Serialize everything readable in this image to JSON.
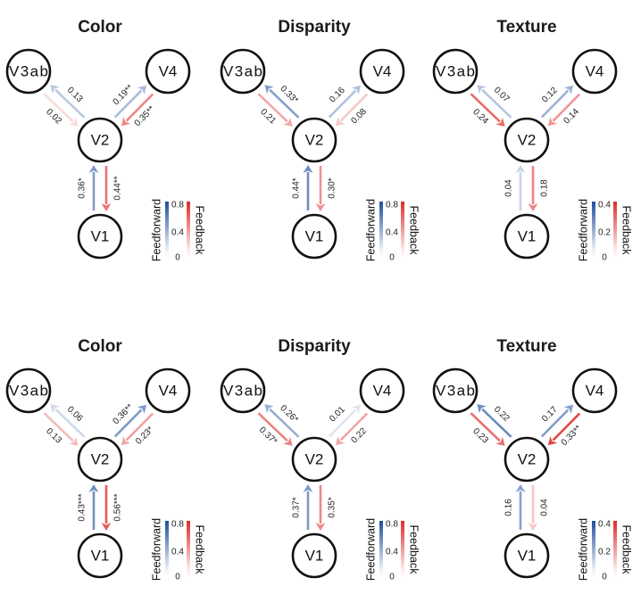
{
  "figure": {
    "legend": {
      "feedforward_label": "Feedforward",
      "feedback_label": "Feedback",
      "feedforward_color_high": "#1f4e9c",
      "feedforward_color_low": "#eef2f8",
      "feedback_color_high": "#e02a2a",
      "feedback_color_low": "#fbecec"
    },
    "nodes": [
      "V3ab",
      "V4",
      "V2",
      "V1"
    ],
    "panels": [
      {
        "row": 1,
        "col": 1,
        "title": "Color",
        "colorbar": {
          "max": 0.8,
          "ticks": [
            "0.8",
            "0.4",
            "0"
          ]
        },
        "edges": [
          {
            "from": "V2",
            "to": "V3ab",
            "type": "feedforward",
            "value": 0.13,
            "label": "0.13"
          },
          {
            "from": "V3ab",
            "to": "V2",
            "type": "feedback",
            "value": 0.02,
            "label": "0.02"
          },
          {
            "from": "V2",
            "to": "V4",
            "type": "feedforward",
            "value": 0.19,
            "label": "0.19**"
          },
          {
            "from": "V4",
            "to": "V2",
            "type": "feedback",
            "value": 0.35,
            "label": "0.35**"
          },
          {
            "from": "V1",
            "to": "V2",
            "type": "feedforward",
            "value": 0.36,
            "label": "0.36*"
          },
          {
            "from": "V2",
            "to": "V1",
            "type": "feedback",
            "value": 0.44,
            "label": "0.44**"
          }
        ]
      },
      {
        "row": 1,
        "col": 2,
        "title": "Disparity",
        "colorbar": {
          "max": 0.8,
          "ticks": [
            "0.8",
            "0.4",
            "0"
          ]
        },
        "edges": [
          {
            "from": "V2",
            "to": "V3ab",
            "type": "feedforward",
            "value": 0.33,
            "label": "0.33*"
          },
          {
            "from": "V3ab",
            "to": "V2",
            "type": "feedback",
            "value": 0.21,
            "label": "0.21"
          },
          {
            "from": "V2",
            "to": "V4",
            "type": "feedforward",
            "value": 0.16,
            "label": "0.16"
          },
          {
            "from": "V4",
            "to": "V2",
            "type": "feedback",
            "value": 0.08,
            "label": "0.08"
          },
          {
            "from": "V1",
            "to": "V2",
            "type": "feedforward",
            "value": 0.44,
            "label": "0.44*"
          },
          {
            "from": "V2",
            "to": "V1",
            "type": "feedback",
            "value": 0.3,
            "label": "0.30*"
          }
        ]
      },
      {
        "row": 1,
        "col": 3,
        "title": "Texture",
        "colorbar": {
          "max": 0.4,
          "ticks": [
            "0.4",
            "0.2",
            "0"
          ]
        },
        "edges": [
          {
            "from": "V2",
            "to": "V3ab",
            "type": "feedforward",
            "value": 0.07,
            "label": "0.07"
          },
          {
            "from": "V3ab",
            "to": "V2",
            "type": "feedback",
            "value": 0.24,
            "label": "0.24"
          },
          {
            "from": "V2",
            "to": "V4",
            "type": "feedforward",
            "value": 0.12,
            "label": "0.12"
          },
          {
            "from": "V4",
            "to": "V2",
            "type": "feedback",
            "value": 0.14,
            "label": "0.14"
          },
          {
            "from": "V1",
            "to": "V2",
            "type": "feedforward",
            "value": 0.04,
            "label": "0.04"
          },
          {
            "from": "V2",
            "to": "V1",
            "type": "feedback",
            "value": 0.18,
            "label": "0.18"
          }
        ]
      },
      {
        "row": 2,
        "col": 1,
        "title": "Color",
        "colorbar": {
          "max": 0.8,
          "ticks": [
            "0.8",
            "0.4",
            "0"
          ]
        },
        "edges": [
          {
            "from": "V2",
            "to": "V3ab",
            "type": "feedforward",
            "value": 0.06,
            "label": "0.06"
          },
          {
            "from": "V3ab",
            "to": "V2",
            "type": "feedback",
            "value": 0.13,
            "label": "0.13"
          },
          {
            "from": "V2",
            "to": "V4",
            "type": "feedforward",
            "value": 0.36,
            "label": "0.36**"
          },
          {
            "from": "V4",
            "to": "V2",
            "type": "feedback",
            "value": 0.23,
            "label": "0.23*"
          },
          {
            "from": "V1",
            "to": "V2",
            "type": "feedforward",
            "value": 0.43,
            "label": "0.43***"
          },
          {
            "from": "V2",
            "to": "V1",
            "type": "feedback",
            "value": 0.56,
            "label": "0.56***"
          }
        ]
      },
      {
        "row": 2,
        "col": 2,
        "title": "Disparity",
        "colorbar": {
          "max": 0.8,
          "ticks": [
            "0.8",
            "0.4",
            "0"
          ]
        },
        "edges": [
          {
            "from": "V2",
            "to": "V3ab",
            "type": "feedforward",
            "value": 0.26,
            "label": "0.26*"
          },
          {
            "from": "V3ab",
            "to": "V2",
            "type": "feedback",
            "value": 0.37,
            "label": "0.37*"
          },
          {
            "from": "V2",
            "to": "V4",
            "type": "feedforward",
            "value": 0.01,
            "label": "0.01"
          },
          {
            "from": "V4",
            "to": "V2",
            "type": "feedback",
            "value": 0.22,
            "label": "0.22"
          },
          {
            "from": "V1",
            "to": "V2",
            "type": "feedforward",
            "value": 0.37,
            "label": "0.37*"
          },
          {
            "from": "V2",
            "to": "V1",
            "type": "feedback",
            "value": 0.35,
            "label": "0.35*"
          }
        ]
      },
      {
        "row": 2,
        "col": 3,
        "title": "Texture",
        "colorbar": {
          "max": 0.4,
          "ticks": [
            "0.4",
            "0.2",
            "0"
          ]
        },
        "edges": [
          {
            "from": "V2",
            "to": "V3ab",
            "type": "feedforward",
            "value": 0.22,
            "label": "0.22"
          },
          {
            "from": "V3ab",
            "to": "V2",
            "type": "feedback",
            "value": 0.23,
            "label": "0.23"
          },
          {
            "from": "V2",
            "to": "V4",
            "type": "feedforward",
            "value": 0.17,
            "label": "0.17"
          },
          {
            "from": "V4",
            "to": "V2",
            "type": "feedback",
            "value": 0.33,
            "label": "0.33**"
          },
          {
            "from": "V1",
            "to": "V2",
            "type": "feedforward",
            "value": 0.16,
            "label": "0.16"
          },
          {
            "from": "V2",
            "to": "V1",
            "type": "feedback",
            "value": 0.04,
            "label": "0.04"
          }
        ]
      }
    ]
  }
}
